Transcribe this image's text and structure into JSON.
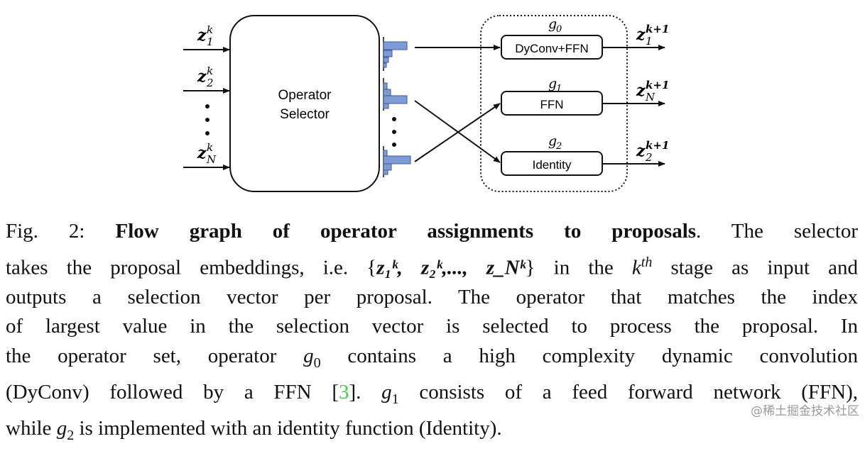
{
  "figure": {
    "selector_label_line1": "Operator",
    "selector_label_line2": "Selector",
    "inputs": [
      {
        "base": "z",
        "sup": "k",
        "sub": "1"
      },
      {
        "base": "z",
        "sup": "k",
        "sub": "2"
      },
      {
        "base": "z",
        "sup": "k",
        "sub": "N"
      }
    ],
    "operators": [
      {
        "name": "g",
        "sub": "0",
        "label": "DyConv+FFN"
      },
      {
        "name": "g",
        "sub": "1",
        "label": "FFN"
      },
      {
        "name": "g",
        "sub": "2",
        "label": "Identity"
      }
    ],
    "outputs": [
      {
        "base": "z",
        "sup": "k+1",
        "sub": "1"
      },
      {
        "base": "z",
        "sup": "k+1",
        "sub": "N"
      },
      {
        "base": "z",
        "sup": "k+1",
        "sub": "2"
      }
    ],
    "histogram_color": "#7f9bd6",
    "dots": "⋮"
  },
  "caption": {
    "prefix": "Fig. 2:",
    "title": "Flow graph of operator assignments to proposals",
    "l1_end": ". The selector",
    "l2_a": "takes the proposal embeddings, i.e. {",
    "l2_set": "z₁ᵏ, z₂ᵏ,..., z_Nᵏ",
    "l2_b": "} in the ",
    "l2_k": "k",
    "l2_th": "th",
    "l2_c": " stage as input and",
    "l3": "outputs a selection vector per proposal. The operator that matches the index",
    "l4": "of largest value in the selection vector is selected to process the proposal. In",
    "l5_a": "the operator set, operator ",
    "l5_g": "g",
    "l5_sub": "0",
    "l5_b": " contains a high complexity dynamic convolution",
    "l6_a": "(DyConv) followed by a FFN [",
    "l6_cite": "3",
    "l6_b": "]. ",
    "l6_g": "g",
    "l6_sub": "1",
    "l6_c": " consists of a feed forward network (FFN),",
    "l7_a": "while ",
    "l7_g": "g",
    "l7_sub": "2",
    "l7_b": " is implemented with an identity function (Identity)."
  },
  "watermark": "@稀土掘金技术社区"
}
